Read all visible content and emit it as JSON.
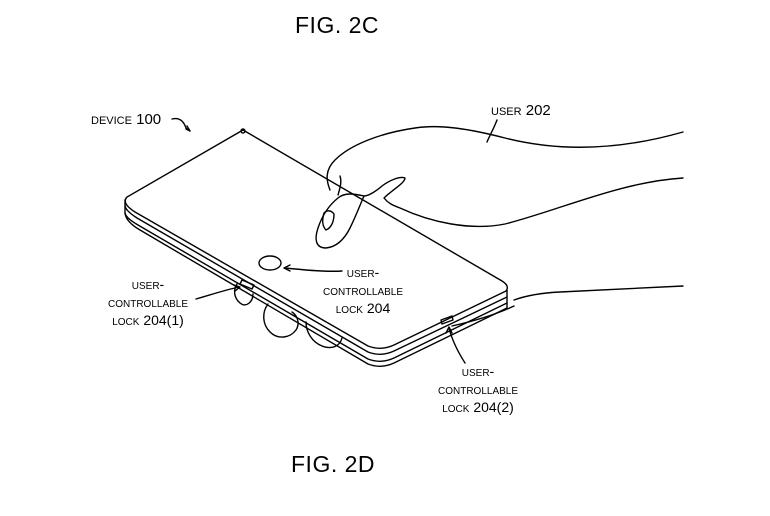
{
  "figure": {
    "top_caption": "FIG. 2C",
    "bottom_caption": "FIG. 2D"
  },
  "labels": {
    "device": "DEVICE 100",
    "user": "USER 202",
    "lock_center": [
      "USER-",
      "CONTROLLABLE",
      "LOCK 204"
    ],
    "lock_left": [
      "USER-",
      "CONTROLLABLE",
      "LOCK 204(1)"
    ],
    "lock_right": [
      "USER-",
      "CONTROLLABLE",
      "LOCK 204(2)"
    ]
  }
}
